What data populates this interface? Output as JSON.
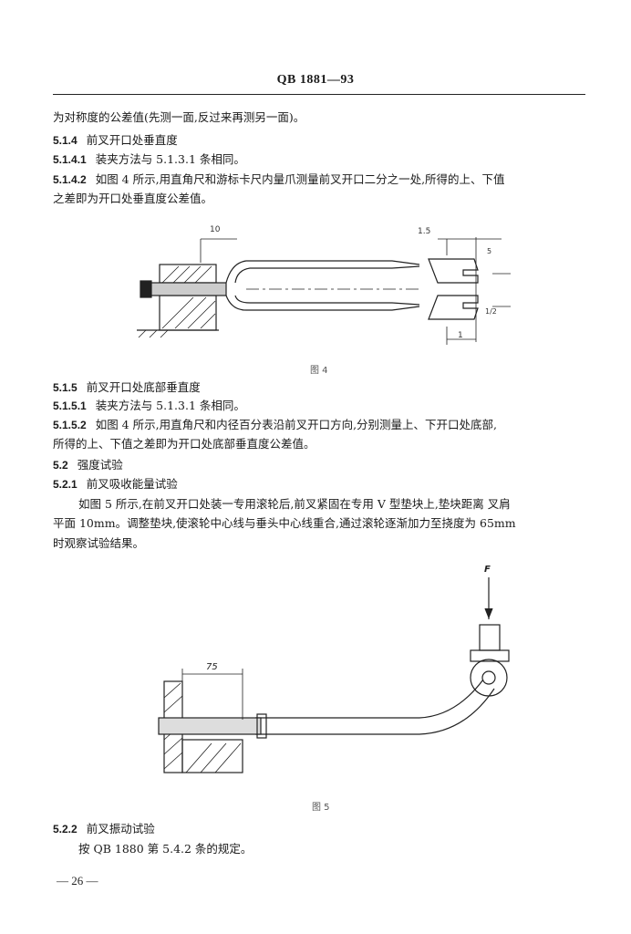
{
  "header": {
    "title": "QB 1881—93"
  },
  "body": {
    "l1": "为对称度的公差值(先测一面,反过来再测另一面)。",
    "s514": {
      "num": "5.1.4",
      "text": "前叉开口处垂直度"
    },
    "s5141": {
      "num": "5.1.4.1",
      "text": "装夹方法与 5.1.3.1 条相同。"
    },
    "s5142": {
      "num": "5.1.4.2",
      "text": "如图 4 所示,用直角尺和游标卡尺内量爪测量前叉开口二分之一处,所得的上、下值",
      "cont": "之差即为开口处垂直度公差值。"
    },
    "s515": {
      "num": "5.1.5",
      "text": "前叉开口处底部垂直度"
    },
    "s5151": {
      "num": "5.1.5.1",
      "text": "装夹方法与 5.1.3.1 条相同。"
    },
    "s5152": {
      "num": "5.1.5.2",
      "text": "如图 4 所示,用直角尺和内径百分表沿前叉开口方向,分别测量上、下开口处底部,",
      "cont": "所得的上、下值之差即为开口处底部垂直度公差值。"
    },
    "s52": {
      "num": "5.2",
      "text": "强度试验"
    },
    "s521": {
      "num": "5.2.1",
      "text": "前叉吸收能量试验"
    },
    "p521_1": "如图 5 所示,在前叉开口处装一专用滚轮后,前叉紧固在专用 V 型垫块上,垫块距离 叉肩",
    "p521_2": "平面 10mm。调整垫块,使滚轮中心线与垂头中心线重合,通过滚轮逐渐加力至挠度为 65mm",
    "p521_3": "时观察试验结果。",
    "s522": {
      "num": "5.2.2",
      "text": "前叉振动试验"
    },
    "p522": "按 QB 1880 第 5.4.2 条的规定。"
  },
  "figure4": {
    "caption": "图 4",
    "dim_10": "10",
    "dim_15": "1.5",
    "dim_1": "1",
    "dim_half": "1/2",
    "dim_small": "5"
  },
  "figure5": {
    "caption": "图 5",
    "force_label": "F",
    "dim_75": "75"
  },
  "footer": {
    "page": "— 26 —"
  }
}
